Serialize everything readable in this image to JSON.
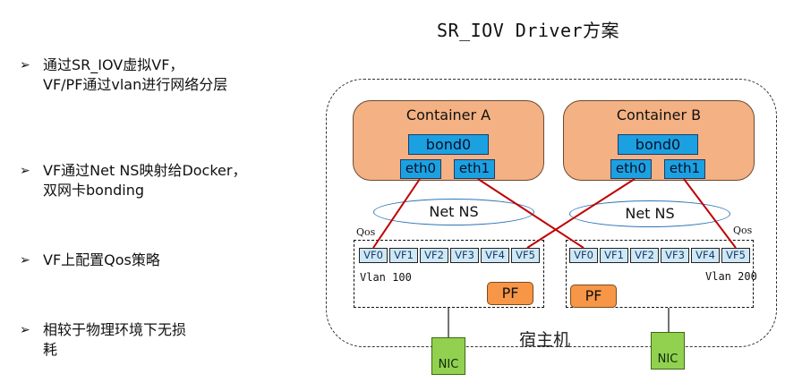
{
  "bullets": [
    {
      "icon": "arrow-bullet-icon",
      "text": "通过SR_IOV虚拟VF，\nVF/PF通过vlan进行网络分层"
    },
    {
      "icon": "arrow-bullet-icon",
      "text": "VF通过Net NS映射给Docker，\n双网卡bonding"
    },
    {
      "icon": "arrow-bullet-icon",
      "text": "VF上配置Qos策略"
    },
    {
      "icon": "arrow-bullet-icon",
      "text": "相较于物理环境下无损\n耗"
    }
  ],
  "bullet_glyph": "➢",
  "diagram": {
    "title": "SR_IOV Driver方案",
    "host_label": "宿主机",
    "containers": [
      {
        "name": "Container A",
        "bond": "bond0",
        "eth": [
          "eth0",
          "eth1"
        ]
      },
      {
        "name": "Container B",
        "bond": "bond0",
        "eth": [
          "eth0",
          "eth1"
        ]
      }
    ],
    "netns": [
      "Net NS",
      "Net NS"
    ],
    "vlans": [
      {
        "qos_label": "Qos",
        "vlan_label": "Vlan 100",
        "vfs": [
          "VF0",
          "VF1",
          "VF2",
          "VF3",
          "VF4",
          "VF5"
        ],
        "pf": "PF",
        "nic": "NIC"
      },
      {
        "qos_label": "Qos",
        "vlan_label": "Vlan 200",
        "vfs": [
          "VF0",
          "VF1",
          "VF2",
          "VF3",
          "VF4",
          "VF5"
        ],
        "pf": "PF",
        "nic": "NIC"
      }
    ],
    "colors": {
      "container": "#f4b183",
      "interface": "#1ba1e2",
      "vf": "#cfe8f6",
      "pf": "#f79646",
      "nic": "#92d050",
      "link": "#c00000",
      "netns_border": "#2e75b6"
    }
  }
}
